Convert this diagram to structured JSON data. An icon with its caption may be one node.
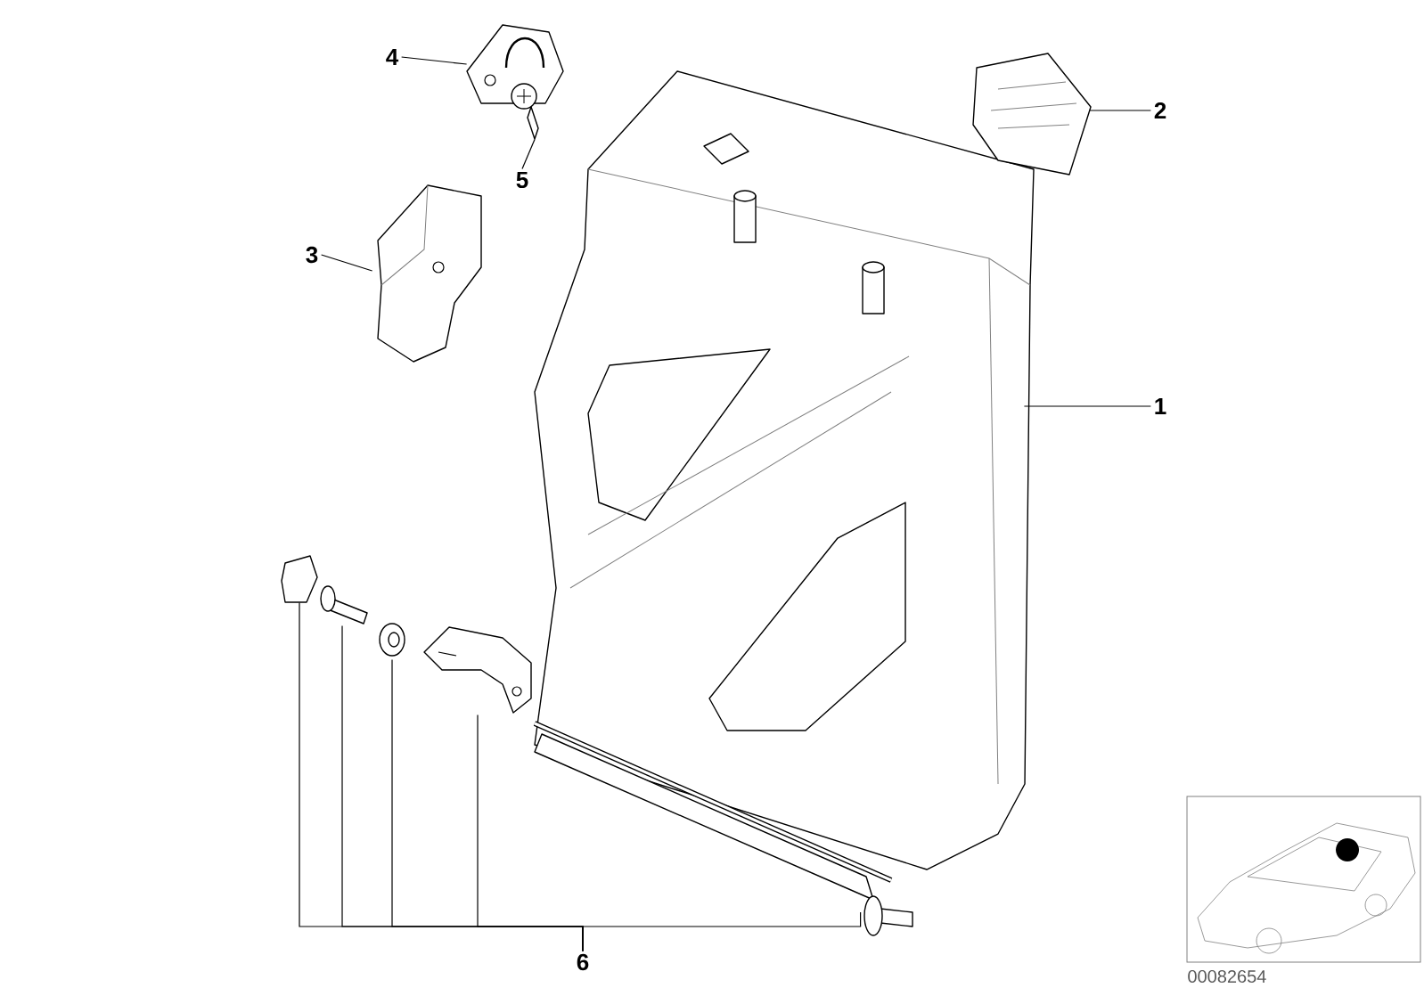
{
  "diagram": {
    "nodes": [
      {
        "text": [
          "1"
        ]
      },
      {
        "text": [],
        "shape": "picture"
      },
      {
        "text": [
          "2"
        ]
      },
      {
        "text": [],
        "shape": "picture"
      },
      {
        "text": [
          "3"
        ]
      },
      {
        "text": [],
        "shape": "picture"
      },
      {
        "text": [
          "4"
        ]
      },
      {
        "text": [],
        "shape": "picture"
      },
      {
        "text": [
          "5"
        ]
      },
      {
        "text": [],
        "shape": "picture"
      },
      {
        "text": [
          "6"
        ]
      },
      {
        "text": [],
        "shape": "picture"
      },
      {
        "text": [],
        "shape": "picture"
      },
      {
        "text": [],
        "shape": "picture"
      },
      {
        "text": [],
        "shape": "picture"
      },
      {
        "text": [],
        "shape": "picture"
      }
    ],
    "edges": [
      {
        "from": 0,
        "to": 1,
        "arrow": "none"
      },
      {
        "from": 2,
        "to": 3,
        "arrow": "none"
      },
      {
        "from": 4,
        "to": 5,
        "arrow": "none"
      },
      {
        "from": 6,
        "to": 7,
        "arrow": "none"
      },
      {
        "from": 8,
        "to": 9,
        "arrow": "none"
      },
      {
        "from": 10,
        "to": 11,
        "arrow": "none"
      },
      {
        "from": 10,
        "to": 12,
        "arrow": "none"
      },
      {
        "from": 10,
        "to": 13,
        "arrow": "none"
      },
      {
        "from": 10,
        "to": 14,
        "arrow": "none"
      },
      {
        "from": 10,
        "to": 15,
        "arrow": "none"
      }
    ],
    "labels": [
      "00082654"
    ]
  }
}
